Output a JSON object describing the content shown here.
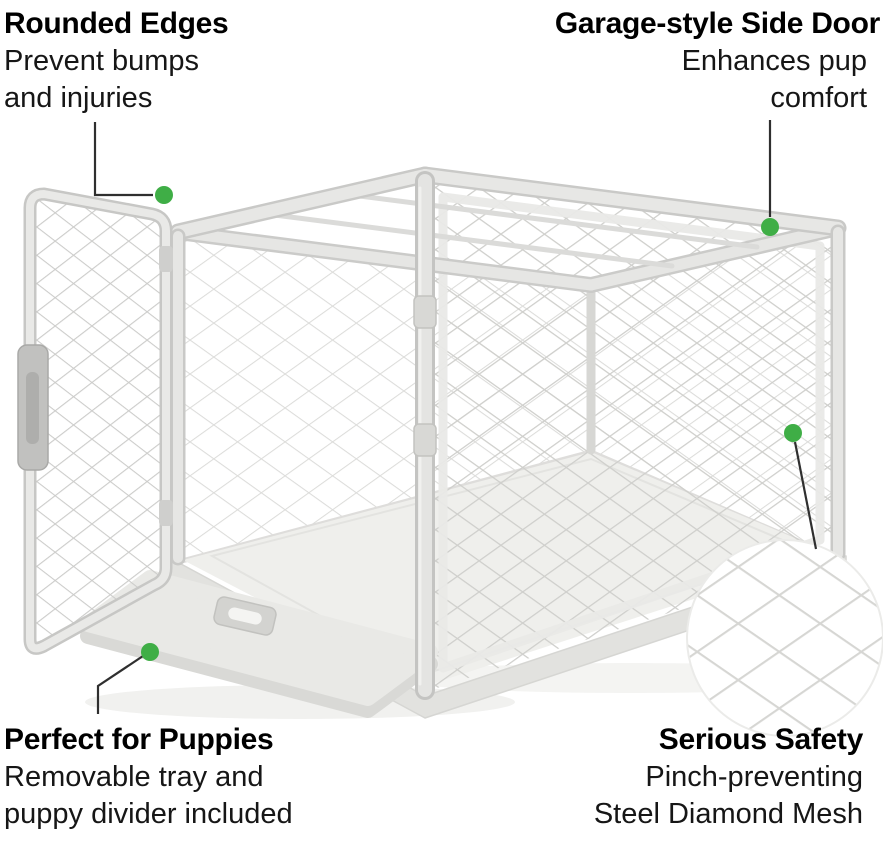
{
  "callouts": {
    "top_left": {
      "title": "Rounded Edges",
      "line1": "Prevent bumps",
      "line2": "and injuries"
    },
    "top_right": {
      "title": "Garage-style Side Door",
      "line1": "Enhances pup",
      "line2": "comfort"
    },
    "bottom_left": {
      "title": "Perfect for Puppies",
      "line1": "Removable tray and",
      "line2": "puppy divider included"
    },
    "bottom_right": {
      "title": "Serious Safety",
      "line1": "Pinch-preventing",
      "line2": "Steel Diamond Mesh"
    }
  },
  "colors": {
    "marker_green": "#3fae46",
    "leader_line": "#2f2f2f",
    "crate_frame_light": "#e6e6e4",
    "crate_frame_edge": "#c9c9c7",
    "mesh_line": "#cfcfcc",
    "background": "#ffffff"
  },
  "illustration": {
    "subject": "white collapsible dog crate with diamond steel mesh panels, open front door and slide-out bottom tray",
    "inset": "magnified circle of diamond mesh pattern"
  }
}
